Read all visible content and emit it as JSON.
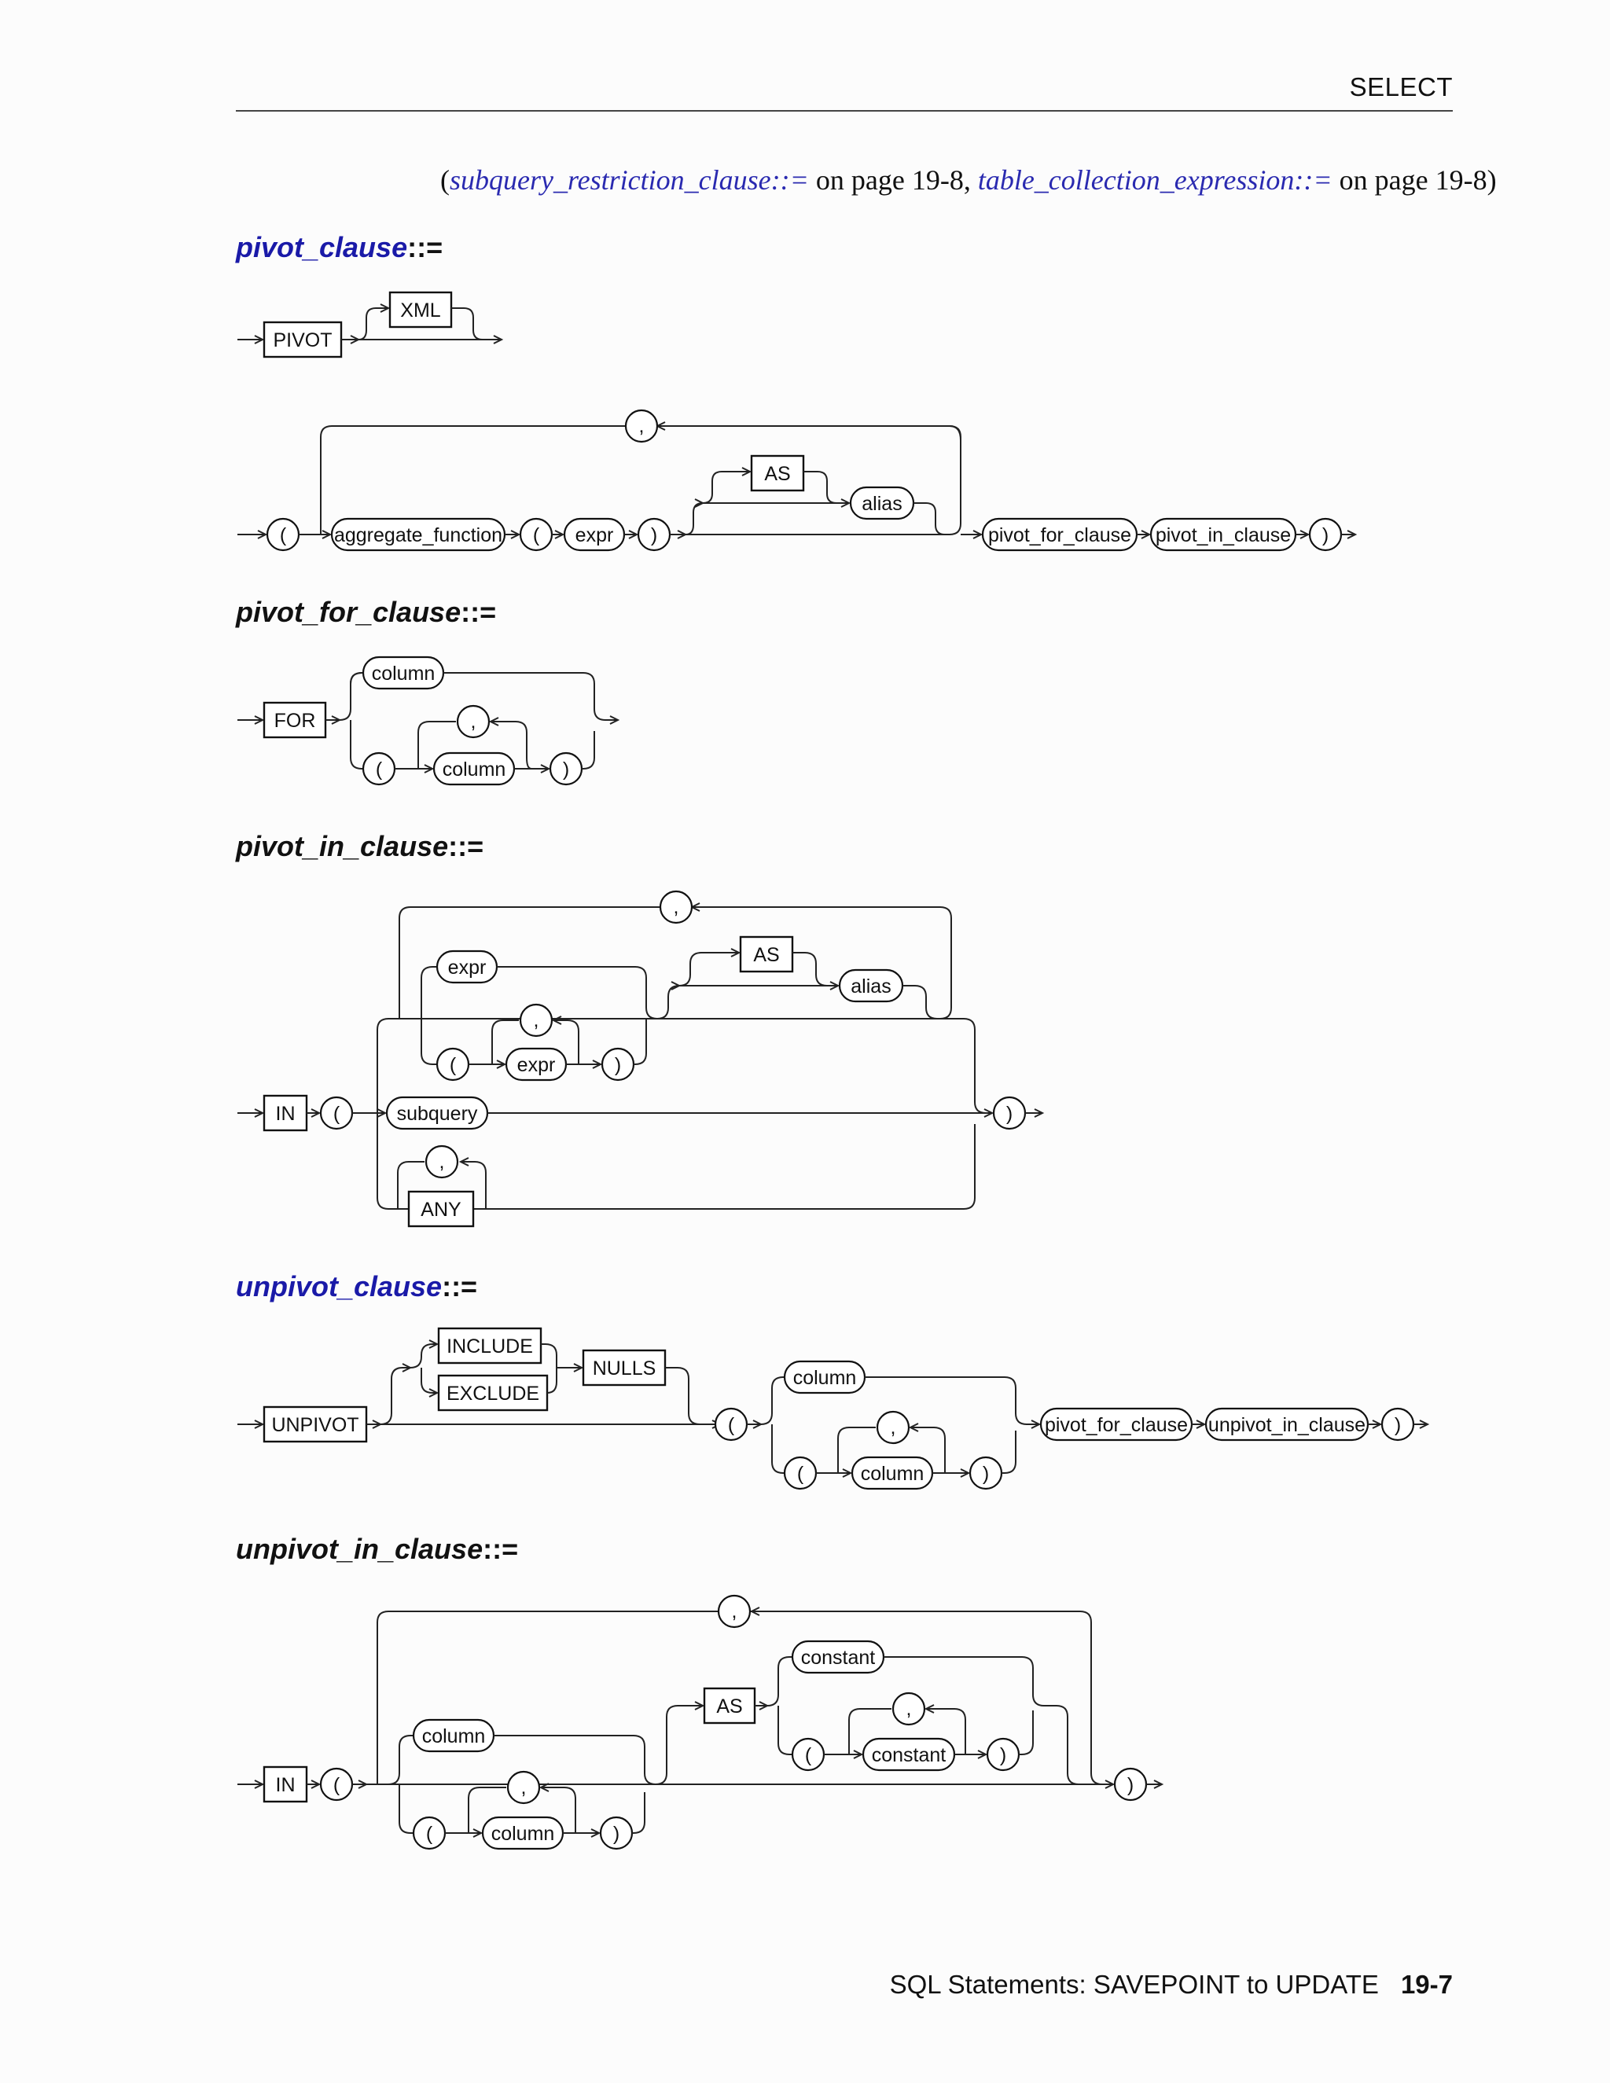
{
  "header": {
    "title": "SELECT"
  },
  "xref": {
    "open": "(",
    "link1": "subquery_restriction_clause::=",
    "text1": " on page 19-8, ",
    "link2": "table_collection_expression::=",
    "text2": " on page 19-8)"
  },
  "sections": {
    "pivot_clause": {
      "name": "pivot_clause",
      "op": "::="
    },
    "pivot_for_clause": {
      "name": "pivot_for_clause",
      "op": "::="
    },
    "pivot_in_clause": {
      "name": "pivot_in_clause",
      "op": "::="
    },
    "unpivot_clause": {
      "name": "unpivot_clause",
      "op": "::="
    },
    "unpivot_in_clause": {
      "name": "unpivot_in_clause",
      "op": "::="
    }
  },
  "tokens": {
    "pivot": "PIVOT",
    "xml": "XML",
    "lparen": "(",
    "rparen": ")",
    "comma": ",",
    "aggregate_function": "aggregate_function",
    "expr": "expr",
    "as": "AS",
    "alias": "alias",
    "pivot_for_clause": "pivot_for_clause",
    "pivot_in_clause": "pivot_in_clause",
    "for": "FOR",
    "column": "column",
    "in": "IN",
    "subquery": "subquery",
    "any": "ANY",
    "unpivot": "UNPIVOT",
    "include": "INCLUDE",
    "exclude": "EXCLUDE",
    "nulls": "NULLS",
    "unpivot_in_clause": "unpivot_in_clause",
    "constant": "constant"
  },
  "footer": {
    "text": "SQL Statements: SAVEPOINT to UPDATE",
    "page": "19-7"
  }
}
